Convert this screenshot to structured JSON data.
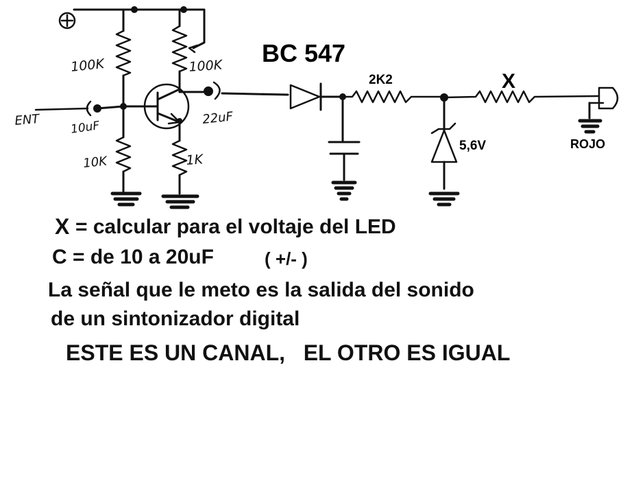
{
  "schematic": {
    "plus_symbol": "+",
    "transistor_label": "BC 547",
    "input_label": "ENT",
    "r_top_left": "100K",
    "r_top_right": "100K",
    "r_bottom_left": "10K",
    "r_emitter": "1K",
    "cap_in": "10uF",
    "cap_out": "22uF",
    "r_series": "2K2",
    "r_x": "X",
    "zener": "5,6V",
    "led": "ROJO"
  },
  "notes": {
    "x_symbol": "X",
    "x_text": "= calcular para el voltaje del LED",
    "c_text": "C = de 10 a 20uF",
    "c_paren": "( +/- )",
    "signal_line1": "La señal que le meto es la salida del sonido",
    "signal_line2": "de un sintonizador digital",
    "channel_note": "ESTE ES UN CANAL,   EL OTRO ES IGUAL"
  }
}
